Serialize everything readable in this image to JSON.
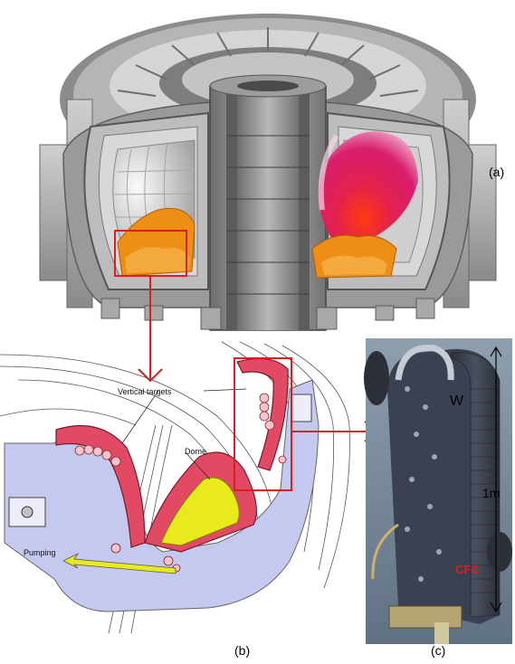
{
  "figure": {
    "panel_a": {
      "label": "(a)"
    },
    "panel_b": {
      "label": "(b)",
      "vertical_targets_label": "Vertical targets",
      "dome_label": "Dome",
      "pumping_label": "Pumping"
    },
    "panel_c": {
      "label": "(c)",
      "width_label": "W",
      "length_label": "1m",
      "material_label": "CFC"
    }
  },
  "colors": {
    "highlight_box": "#d8201f",
    "plasma": "#d81e6e",
    "divertor": "#e98a12",
    "target_tiles": "#e24a63",
    "dome_fill": "#e8ea1c",
    "cassette": "#c6c9ef"
  }
}
